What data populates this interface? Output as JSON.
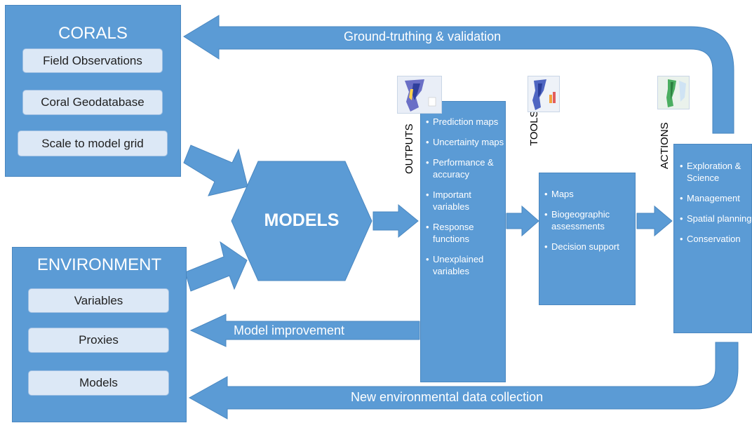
{
  "corals": {
    "title": "CORALS",
    "items": [
      "Field Observations",
      "Coral Geodatabase",
      "Scale to model grid"
    ]
  },
  "environment": {
    "title": "ENVIRONMENT",
    "items": [
      "Variables",
      "Proxies",
      "Models"
    ]
  },
  "models": {
    "label": "MODELS"
  },
  "outputs": {
    "label": "OUTPUTS",
    "items": [
      "Prediction maps",
      "Uncertainty maps",
      "Performance & accuracy",
      "Important variables",
      "Response functions",
      "Unexplained variables"
    ]
  },
  "tools": {
    "label": "TOOLS",
    "items": [
      "Maps",
      "Biogeographic assessments",
      "Decision support"
    ]
  },
  "actions": {
    "label": "ACTIONS",
    "items": [
      "Exploration & Science",
      "Management",
      "Spatial planning",
      "Conservation"
    ]
  },
  "arrows": {
    "top": "Ground-truthing & validation",
    "middle": "Model improvement",
    "bottom": "New environmental data collection"
  },
  "colors": {
    "box_fill": "#5b9bd5",
    "pill_fill": "#dce8f6",
    "text_light": "#ffffff"
  },
  "icons": [
    "outputs-map-thumbnail",
    "tools-map-thumbnail",
    "actions-map-thumbnail"
  ]
}
